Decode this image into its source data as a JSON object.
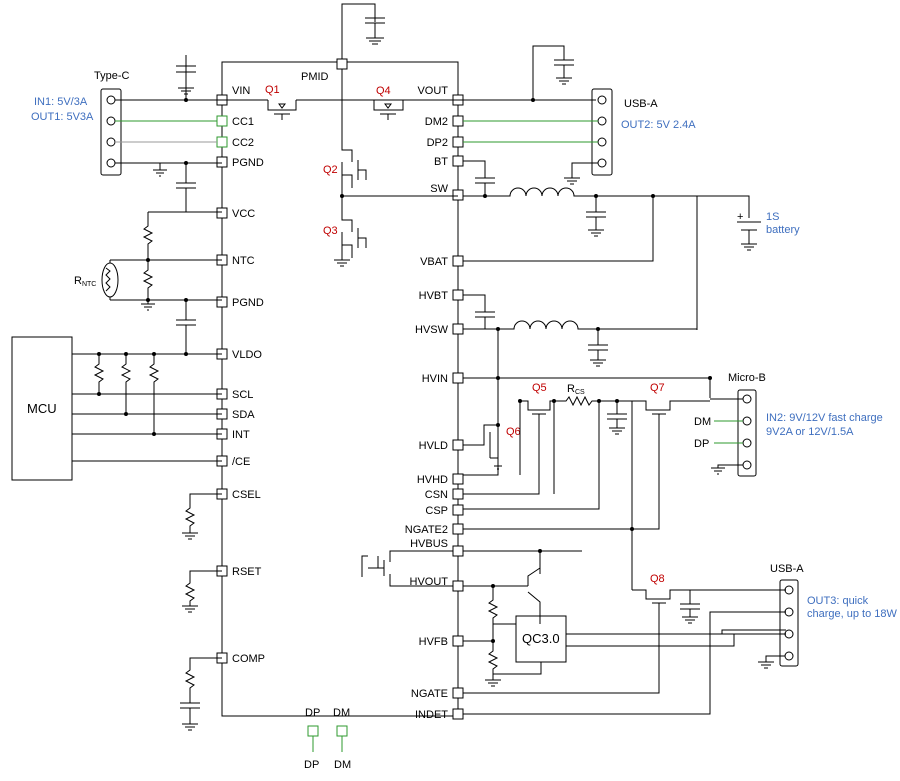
{
  "chip": {
    "left_pins": [
      "VIN",
      "CC1",
      "CC2",
      "PGND",
      "VCC",
      "NTC",
      "PGND",
      "VLDO",
      "SCL",
      "SDA",
      "INT",
      "/CE",
      "CSEL",
      "RSET",
      "COMP"
    ],
    "right_pins": [
      "VOUT",
      "DM2",
      "DP2",
      "BT",
      "SW",
      "VBAT",
      "HVBT",
      "HVSW",
      "HVIN",
      "HVLD",
      "HVHD",
      "CSN",
      "CSP",
      "NGATE2",
      "HVBUS",
      "HVOUT",
      "HVFB",
      "NGATE",
      "INDET"
    ],
    "top_pin": "PMID",
    "bottom_pins": [
      "DP",
      "DM"
    ],
    "bottom_labels": [
      "DP",
      "DM"
    ]
  },
  "transistors": [
    "Q1",
    "Q4",
    "Q2",
    "Q3",
    "Q5",
    "Q6",
    "Q7",
    "Q8"
  ],
  "resistor_labels": {
    "rntc_main": "R",
    "rntc_sub": "NTC",
    "rcs_main": "R",
    "rcs_sub": "CS"
  },
  "blocks": {
    "mcu": "MCU",
    "qc": "QC3.0"
  },
  "connectors": {
    "type_c": {
      "title": "Type-C",
      "notes": [
        "IN1: 5V/3A",
        "OUT1: 5V3A"
      ]
    },
    "usb_a_1": {
      "title": "USB-A",
      "notes": [
        "OUT2: 5V 2.4A"
      ]
    },
    "battery": {
      "notes": [
        "1S",
        "battery"
      ]
    },
    "micro_b": {
      "title": "Micro-B",
      "pins": [
        "DM",
        "DP"
      ],
      "notes": [
        "IN2: 9V/12V fast charge",
        "9V2A or 12V/1.5A"
      ]
    },
    "usb_a_2": {
      "title": "USB-A",
      "notes": [
        "OUT3: quick",
        "charge, up to 18W"
      ]
    }
  },
  "colors": {
    "wire": "#000000",
    "data_line": "#2e9a2e",
    "label_red": "#c00000",
    "label_blue": "#3f6fbf"
  }
}
